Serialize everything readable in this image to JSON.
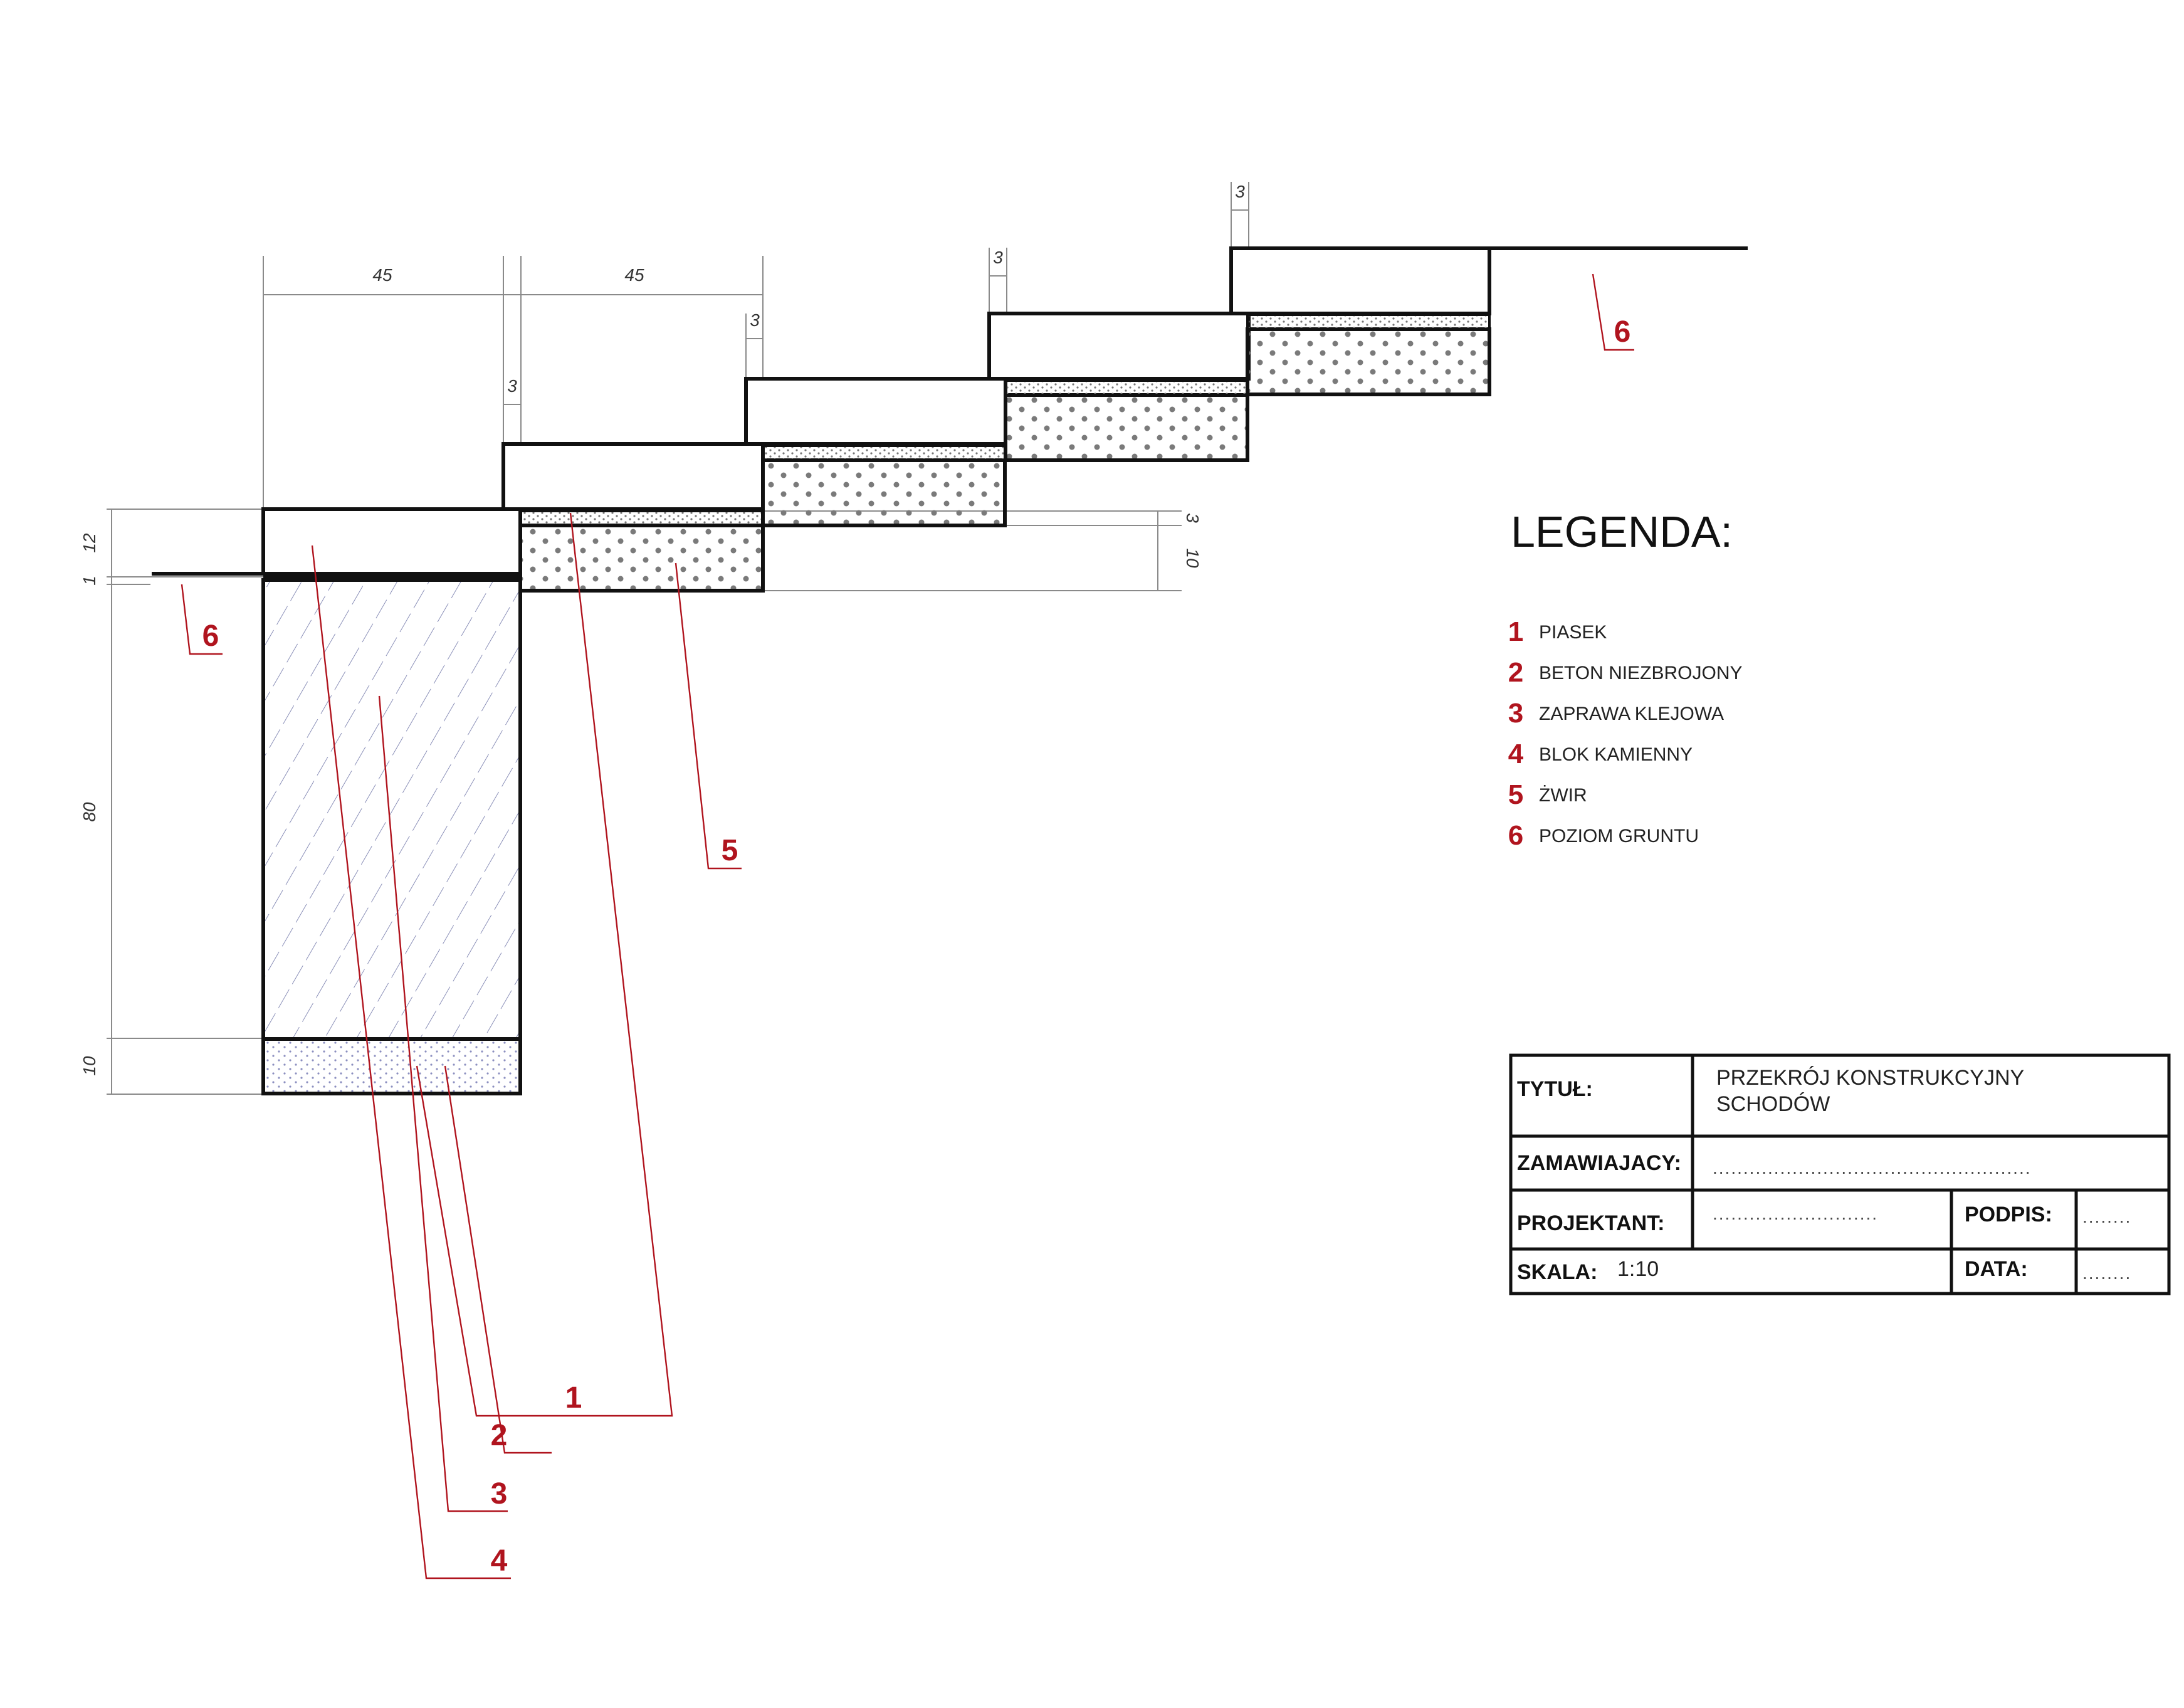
{
  "dimensions": {
    "step_width_1": "45",
    "step_width_2": "45",
    "offset_1": "3",
    "offset_2": "3",
    "offset_3": "3",
    "offset_4": "3",
    "right_mortar": "3",
    "right_gravel": "10",
    "left_slab": "12",
    "left_mortar": "1",
    "left_block": "80",
    "left_sand": "10"
  },
  "callouts": {
    "c1": "1",
    "c2": "2",
    "c3": "3",
    "c4": "4",
    "c5": "5",
    "c6_left": "6",
    "c6_right": "6"
  },
  "legend": {
    "title": "LEGENDA:",
    "items": [
      {
        "num": "1",
        "label": "PIASEK"
      },
      {
        "num": "2",
        "label": "BETON NIEZBROJONY"
      },
      {
        "num": "3",
        "label": "ZAPRAWA KLEJOWA"
      },
      {
        "num": "4",
        "label": "BLOK KAMIENNY"
      },
      {
        "num": "5",
        "label": "ŻWIR"
      },
      {
        "num": "6",
        "label": "POZIOM GRUNTU"
      }
    ]
  },
  "title_block": {
    "title_label": "TYTUŁ:",
    "title_value_line1": "PRZEKRÓJ KONSTRUKCYJNY",
    "title_value_line2": "SCHODÓW",
    "client_label": "ZAMAWIAJACY:",
    "client_value": "....................................................",
    "designer_label": "PROJEKTANT:",
    "designer_value": "...........................",
    "signature_label": "PODPIS:",
    "signature_value": "........",
    "scale_label": "SKALA:",
    "scale_value": "1:10",
    "date_label": "DATA:",
    "date_value": "........"
  },
  "colors": {
    "line": "#111111",
    "accent_red": "#b0141e",
    "dimension_grey": "#8a8a8a"
  }
}
